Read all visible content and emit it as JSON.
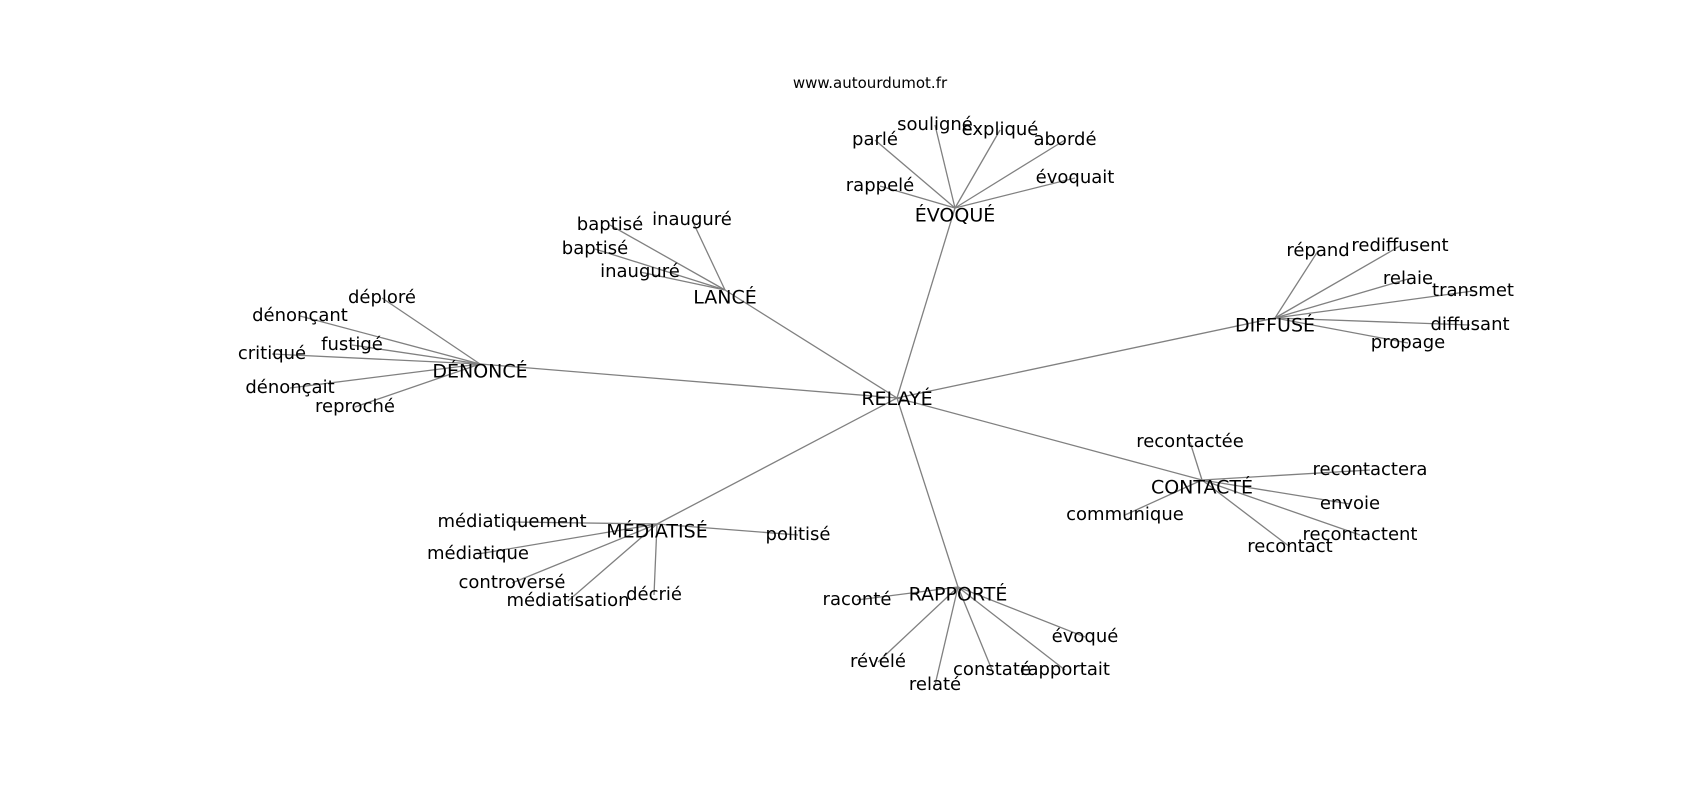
{
  "site": "www.autourdumot.fr",
  "edge_color": "#808080",
  "root": "RELAYÉ",
  "clusters": [
    {
      "hub": "ÉVOQUÉ",
      "leaves": [
        "parlé",
        "souligné",
        "expliqué",
        "abordé",
        "rappelé",
        "évoquait"
      ]
    },
    {
      "hub": "LANCÉ",
      "leaves": [
        "baptisé",
        "inauguré",
        "baptisé",
        "inauguré"
      ]
    },
    {
      "hub": "DÉNONCÉ",
      "leaves": [
        "déploré",
        "dénonçant",
        "fustigé",
        "critiqué",
        "dénonçait",
        "reproché"
      ]
    },
    {
      "hub": "DIFFUSÉ",
      "leaves": [
        "répand",
        "rediffusent",
        "relaie",
        "transmet",
        "diffusant",
        "propage"
      ]
    },
    {
      "hub": "CONTACTÉ",
      "leaves": [
        "recontactée",
        "recontactera",
        "communique",
        "envoie",
        "recontactent",
        "recontact"
      ]
    },
    {
      "hub": "MÉDIATISÉ",
      "leaves": [
        "médiatiquement",
        "politisé",
        "médiatique",
        "controversé",
        "médiatisation",
        "décrié"
      ]
    },
    {
      "hub": "RAPPORTÉ",
      "leaves": [
        "raconté",
        "évoqué",
        "révélé",
        "relaté",
        "constaté",
        "rapportait"
      ]
    }
  ]
}
